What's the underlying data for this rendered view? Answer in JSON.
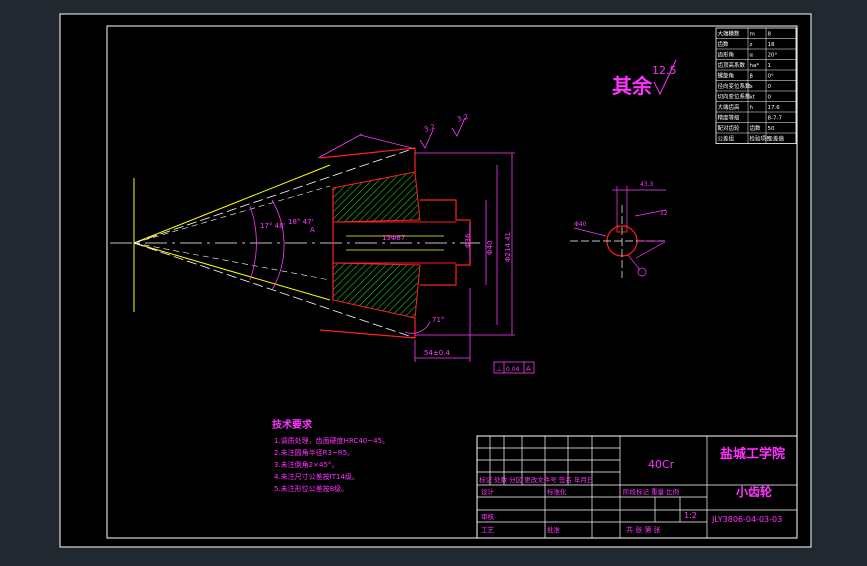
{
  "colors": {
    "background": "#212830",
    "sheet": "#000000",
    "border": "#ffffff",
    "outline": "#ff2020",
    "yellow": "#ffff00",
    "dimension": "#ff3bff",
    "cyan": "#00e5e5",
    "hatch": "#22c422",
    "title_text": "#ff33ff"
  },
  "drawing": {
    "surface_note": "其余",
    "roughness_value": "12.5",
    "roughness_top_1": "3.2",
    "roughness_top_2": "3.2",
    "angle_1": "17° 48'",
    "angle_2": "18° 47'",
    "angle_bottom": "71°",
    "dim_inner": "Φ36",
    "dim_bore": "Φ40",
    "dim_outer": "Φ214.41",
    "dim_length": "54±0.4",
    "dim_label_a": "A",
    "dim_cone": "13Φ87",
    "tolerance_symbol": "⊥",
    "tolerance_value": "0.04",
    "tolerance_datum": "A",
    "keyway_dim_top": "43.3",
    "keyway_dim_mid": "12",
    "keyway_dim_side": "Φ40"
  },
  "param_table": {
    "title": "Gear Parameters",
    "rows": [
      [
        "大端模数",
        "m",
        "8"
      ],
      [
        "齿数",
        "z",
        "18"
      ],
      [
        "齿形角",
        "α",
        "20°"
      ],
      [
        "齿顶高系数",
        "ha*",
        "1"
      ],
      [
        "螺旋角",
        "β",
        "0°"
      ],
      [
        "径向变位系数",
        "x",
        "0"
      ],
      [
        "切向变位系数",
        "xt",
        "0"
      ],
      [
        "大端齿高",
        "h",
        "17.6"
      ],
      [
        "精度等级",
        "",
        "8-7-7"
      ],
      [
        "配对齿轮",
        "齿数",
        "50"
      ],
      [
        "公差组",
        "检验项目",
        "公差值"
      ]
    ]
  },
  "tech_requirements": {
    "title": "技术要求",
    "items": [
      "1.调质处理，齿面硬度HRC40~45。",
      "2.未注圆角半径R3~R5。",
      "3.未注倒角2×45°。",
      "4.未注尺寸公差按IT14级。",
      "5.未注形位公差按8级。"
    ]
  },
  "title_block": {
    "material": "40Cr",
    "institution": "盐城工学院",
    "part_name": "小齿轮",
    "drawing_number": "JLY3806-04-03-03",
    "scale": "1:2",
    "revision_header": "标记 处数 分区 更改文件号 签名 年月日",
    "row_design": "设计",
    "row_standard": "标准化",
    "row_stage": "阶段标记 重量 比例",
    "row_review": "审核",
    "row_process": "工艺",
    "row_approve": "批准",
    "sheet_info": "共 张 第 张"
  }
}
